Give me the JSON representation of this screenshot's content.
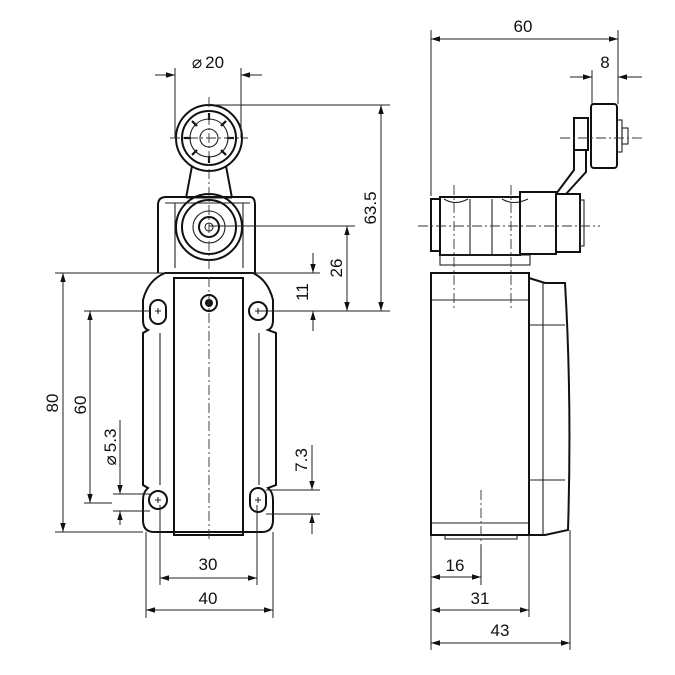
{
  "title": "Limit switch dimensional drawing",
  "front_view": {
    "roller_diameter": "20",
    "height_to_roller_top": "63.5",
    "height_to_shaft": "26",
    "flange_offset": "11",
    "overall_height": "80",
    "hole_spacing_vertical": "60",
    "hole_diameter": "5.3",
    "slot_length": "7.3",
    "hole_spacing_horizontal": "30",
    "overall_width": "40",
    "diameter_symbol": "⌀"
  },
  "side_view": {
    "overall_reach": "60",
    "roller_width": "8",
    "center_offset": "16",
    "body_depth": "31",
    "overall_depth": "43"
  }
}
